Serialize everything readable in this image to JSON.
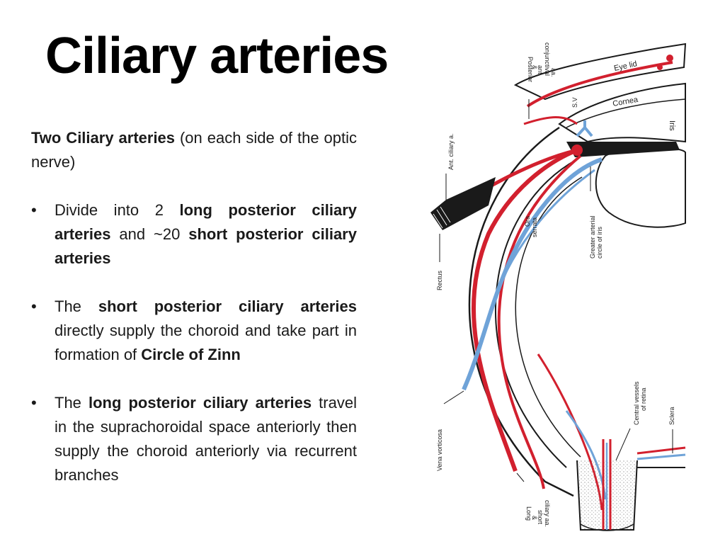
{
  "title": "Ciliary arteries",
  "intro": {
    "bold": "Two Ciliary arteries",
    "rest": " (on each side of the optic nerve)"
  },
  "bullets": [
    {
      "p1": "Divide into 2 ",
      "b1": "long posterior ciliary arteries",
      "p2": " and ~20 ",
      "b2": "short posterior ciliary arteries",
      "p3": ""
    },
    {
      "p1": "The ",
      "b1": "short posterior ciliary arteries",
      "p2": " directly supply the choroid  and take part in formation of ",
      "b2": "Circle of Zinn",
      "p3": ""
    },
    {
      "p1": "The ",
      "b1": "long posterior ciliary arteries",
      "p2": " travel in the suprachoroidal space anteriorly then supply the choroid anteriorly via recurrent branches",
      "b2": "",
      "p3": ""
    }
  ],
  "diagram": {
    "labels": {
      "posterior": "Posterior",
      "amp1": "&",
      "ant": "ant.",
      "conjunctival": "conjunctival",
      "aa": "aa.",
      "eye_lid": "Eye lid",
      "cornea": "Cornea",
      "ant_ciliary": "Ant. ciliary a.",
      "sv": "S.V",
      "iris": "Iris",
      "greater_arterial": "Greater arterial",
      "circle_of_iris": "circle of iris",
      "ora": "Ora",
      "serrata": "serrata",
      "rectus": "Rectus",
      "vena_vorticosa": "Vena vorticosa",
      "long": "Long",
      "amp2": "&",
      "short": "short",
      "ciliary_aa": "ciliary aa.",
      "central_vessels": "Central vessels",
      "of_retina": "of retina",
      "sclera": "Sclera"
    },
    "colors": {
      "artery": "#d2202e",
      "vein": "#6fa3d8",
      "outline": "#1a1a1a"
    }
  }
}
